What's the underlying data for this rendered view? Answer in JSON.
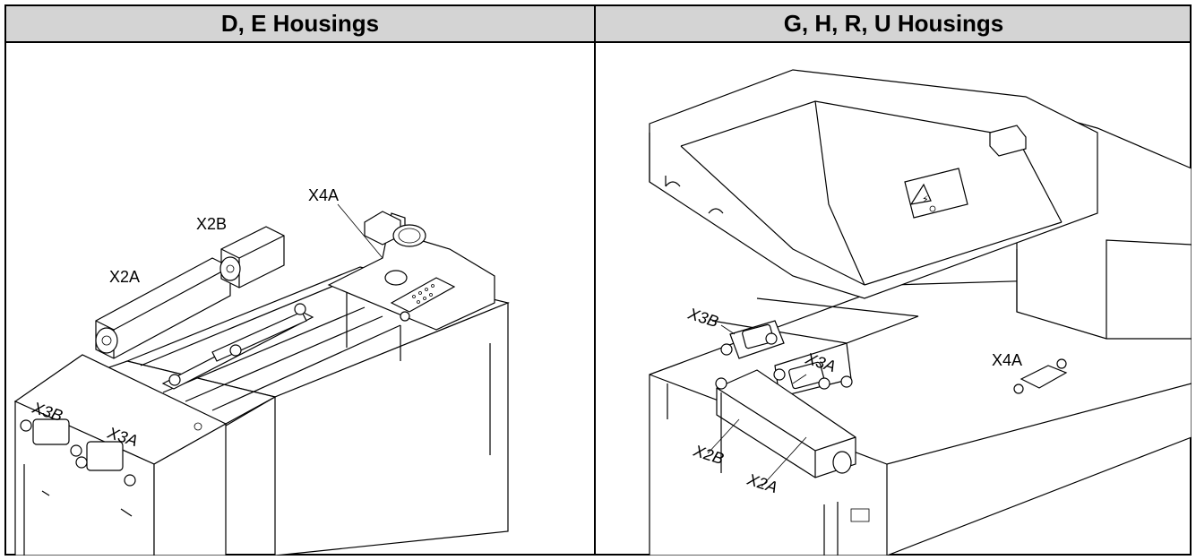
{
  "headers": {
    "left": "D, E Housings",
    "right": "G, H, R, U Housings"
  },
  "left_labels": {
    "x4a": "X4A",
    "x2b": "X2B",
    "x2a": "X2A",
    "x3b": "X3B",
    "x3a": "X3A"
  },
  "right_labels": {
    "x3b": "X3B",
    "x3a": "X3A",
    "x4a": "X4A",
    "x2b": "X2B",
    "x2a": "X2A"
  },
  "colors": {
    "header_bg": "#d4d4d4",
    "line": "#000000",
    "background": "#ffffff"
  }
}
